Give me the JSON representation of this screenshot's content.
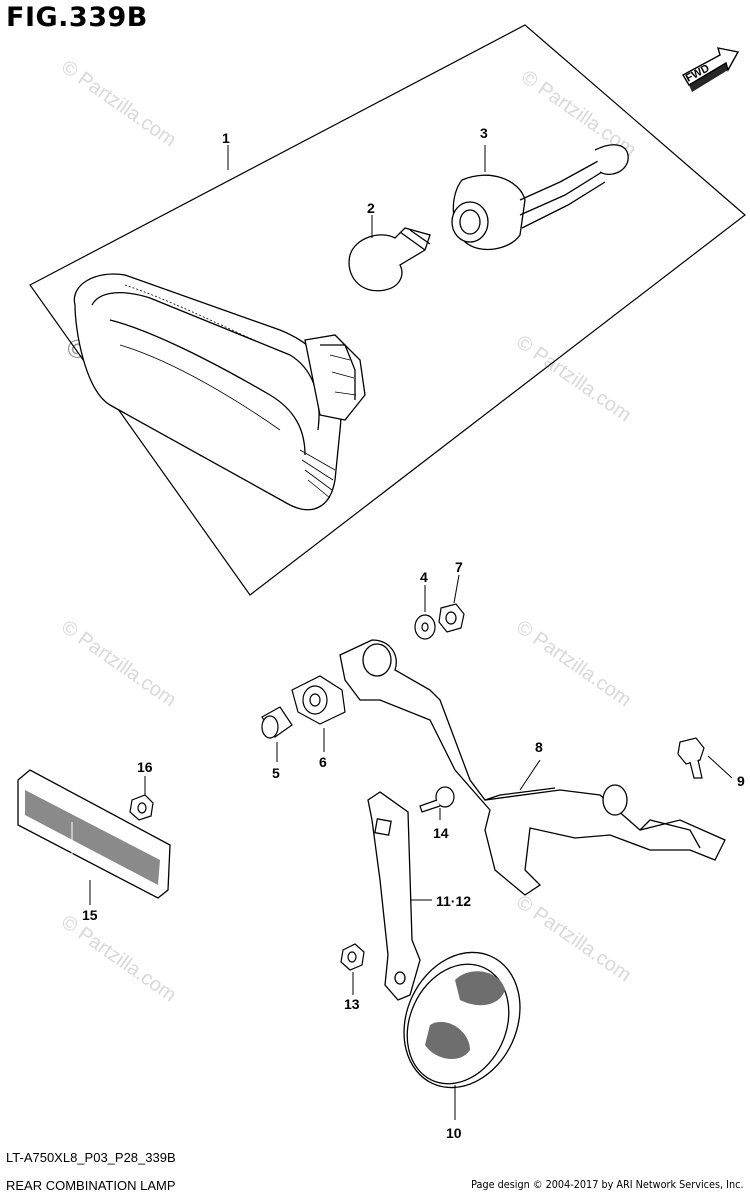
{
  "figure": {
    "title": "FIG.339B",
    "direction_label": "FWD"
  },
  "callouts": {
    "c1": "1",
    "c2": "2",
    "c3": "3",
    "c4": "4",
    "c5": "5",
    "c6": "6",
    "c7": "7",
    "c8": "8",
    "c9": "9",
    "c10": "10",
    "c11_12": "11·12",
    "c13": "13",
    "c14": "14",
    "c15": "15",
    "c16": "16"
  },
  "watermark": {
    "text": "© Partzilla.com"
  },
  "footer": {
    "code": "LT-A750XL8_P03_P28_339B",
    "name": "REAR COMBINATION LAMP",
    "copyright": "Page design © 2004-2017 by ARI Network Services, Inc."
  }
}
